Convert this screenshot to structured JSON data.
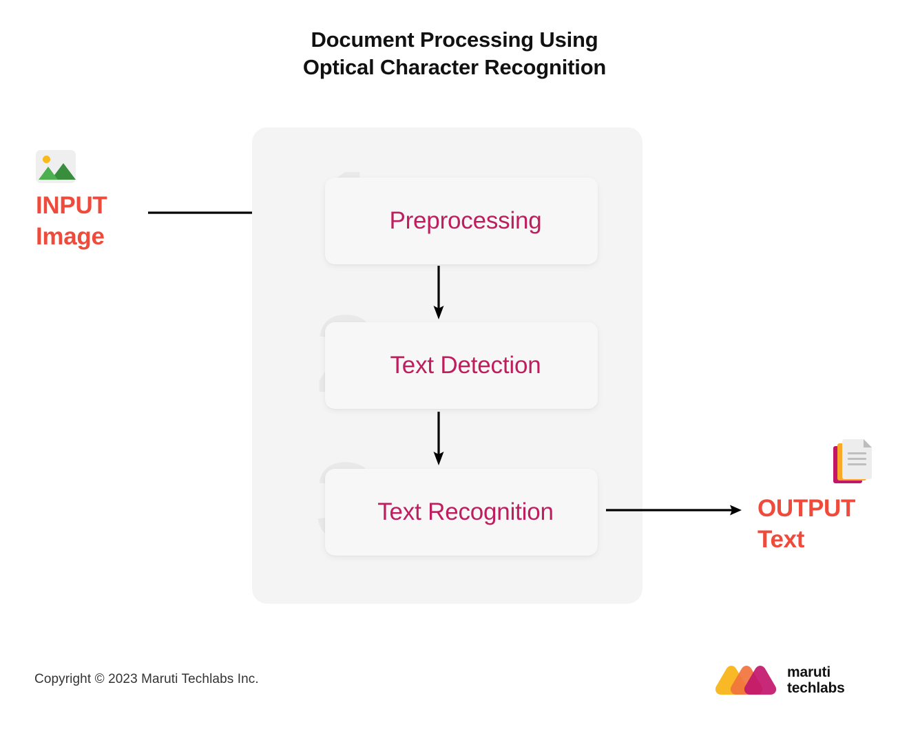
{
  "title": {
    "line1": "Document Processing Using",
    "line2": "Optical Character Recognition"
  },
  "input": {
    "icon": "image-icon",
    "label_line1": "INPUT",
    "label_line2": "Image"
  },
  "output": {
    "icon": "document-stack-icon",
    "label_line1": "OUTPUT",
    "label_line2": "Text"
  },
  "process": {
    "steps": [
      {
        "number": "1",
        "label": "Preprocessing"
      },
      {
        "number": "2",
        "label": "Text Detection"
      },
      {
        "number": "3",
        "label": "Text Recognition"
      }
    ]
  },
  "arrows": {
    "input_to_step1": "arrow-right",
    "step1_to_step2": "arrow-down",
    "step2_to_step3": "arrow-down",
    "step3_to_output": "arrow-right"
  },
  "footer": {
    "copyright": "Copyright © 2023 Maruti Techlabs Inc.",
    "brand_line1": "maruti",
    "brand_line2": "techlabs"
  },
  "colors": {
    "accent_red": "#EF4B3C",
    "accent_crimson": "#BE1D5E",
    "panel_gray": "#F4F4F4",
    "card_gray": "#F7F7F7",
    "numeral_gray": "#E9E9E9",
    "logo_amber": "#F9B826",
    "logo_orange": "#F0733C",
    "logo_magenta": "#C2166B",
    "icon_green_light": "#4CAF50",
    "icon_green_dark": "#388E3C",
    "icon_yellow": "#FAB91A"
  }
}
